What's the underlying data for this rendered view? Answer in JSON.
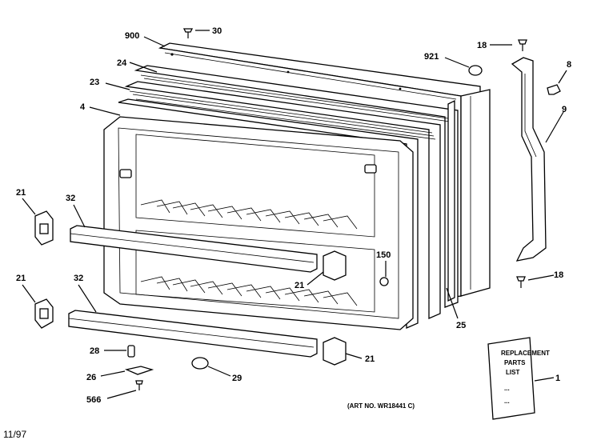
{
  "diagram": {
    "callouts": [
      {
        "key": "c900",
        "text": "900"
      },
      {
        "key": "c30",
        "text": "30"
      },
      {
        "key": "c18a",
        "text": "18"
      },
      {
        "key": "c24",
        "text": "24"
      },
      {
        "key": "c921",
        "text": "921"
      },
      {
        "key": "c8",
        "text": "8"
      },
      {
        "key": "c23",
        "text": "23"
      },
      {
        "key": "c4",
        "text": "4"
      },
      {
        "key": "c9",
        "text": "9"
      },
      {
        "key": "c21a",
        "text": "21"
      },
      {
        "key": "c32a",
        "text": "32"
      },
      {
        "key": "c150",
        "text": "150"
      },
      {
        "key": "c21b",
        "text": "21"
      },
      {
        "key": "c18b",
        "text": "18"
      },
      {
        "key": "c21c",
        "text": "21"
      },
      {
        "key": "c32b",
        "text": "32"
      },
      {
        "key": "c25",
        "text": "25"
      },
      {
        "key": "c28",
        "text": "28"
      },
      {
        "key": "c21d",
        "text": "21"
      },
      {
        "key": "c26",
        "text": "26"
      },
      {
        "key": "c29",
        "text": "29"
      },
      {
        "key": "c1",
        "text": "1"
      },
      {
        "key": "c566",
        "text": "566"
      }
    ],
    "art_number": "(ART NO. WR18441 C)",
    "date_code": "11/97",
    "manual_text": [
      "REPLACEMENT",
      "PARTS",
      "LIST",
      "...",
      "..."
    ]
  }
}
